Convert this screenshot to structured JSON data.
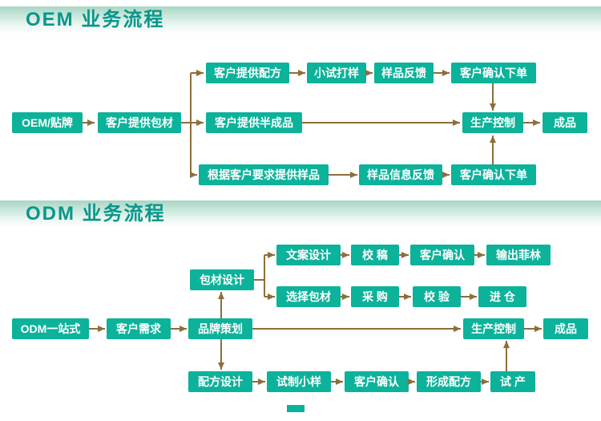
{
  "colors": {
    "node_bg": "#0cb29a",
    "node_text": "#ffffff",
    "arrow": "#8d6e3a",
    "header_title": "#0a968a",
    "header_gradient_top": "#a9d5c5"
  },
  "oem": {
    "title": "OEM 业务流程",
    "nodes": {
      "start": "OEM/贴牌",
      "package": "客户提供包材",
      "formula": "客户提供配方",
      "trial": "小试打样",
      "feedback": "样品反馈",
      "confirm_top": "客户确认下单",
      "semi": "客户提供半成品",
      "production": "生产控制",
      "finished": "成品",
      "sample_request": "根据客户要求提供样品",
      "sample_feedback": "样品信息反馈",
      "confirm_bottom": "客户确认下单"
    },
    "edges": [
      [
        "start",
        "package"
      ],
      [
        "package",
        "formula"
      ],
      [
        "package",
        "semi"
      ],
      [
        "package",
        "sample_request"
      ],
      [
        "formula",
        "trial"
      ],
      [
        "trial",
        "feedback"
      ],
      [
        "feedback",
        "confirm_top"
      ],
      [
        "confirm_top",
        "production"
      ],
      [
        "semi",
        "production"
      ],
      [
        "sample_request",
        "sample_feedback"
      ],
      [
        "sample_feedback",
        "confirm_bottom"
      ],
      [
        "confirm_bottom",
        "production"
      ],
      [
        "production",
        "finished"
      ]
    ]
  },
  "odm": {
    "title": "ODM 业务流程",
    "nodes": {
      "start": "ODM一站式",
      "demand": "客户需求",
      "branding": "品牌策划",
      "package_design": "包材设计",
      "copy_design": "文案设计",
      "proofread": "校 稿",
      "confirm_copy": "客户确认",
      "film_output": "输出菲林",
      "choose_package": "选择包材",
      "purchase": "采 购",
      "check": "校 验",
      "warehouse": "进 仓",
      "production": "生产控制",
      "finished": "成品",
      "formula_design": "配方设计",
      "trial_sample": "试制小样",
      "confirm_sample": "客户确认",
      "form_formula": "形成配方",
      "trial_production": "试 产"
    },
    "edges": [
      [
        "start",
        "demand"
      ],
      [
        "demand",
        "branding"
      ],
      [
        "branding",
        "package_design"
      ],
      [
        "branding",
        "production"
      ],
      [
        "branding",
        "formula_design"
      ],
      [
        "package_design",
        "copy_design"
      ],
      [
        "package_design",
        "choose_package"
      ],
      [
        "copy_design",
        "proofread"
      ],
      [
        "proofread",
        "confirm_copy"
      ],
      [
        "confirm_copy",
        "film_output"
      ],
      [
        "choose_package",
        "purchase"
      ],
      [
        "purchase",
        "check"
      ],
      [
        "check",
        "warehouse"
      ],
      [
        "formula_design",
        "trial_sample"
      ],
      [
        "trial_sample",
        "confirm_sample"
      ],
      [
        "confirm_sample",
        "form_formula"
      ],
      [
        "form_formula",
        "trial_production"
      ],
      [
        "trial_production",
        "production"
      ],
      [
        "production",
        "finished"
      ]
    ]
  }
}
